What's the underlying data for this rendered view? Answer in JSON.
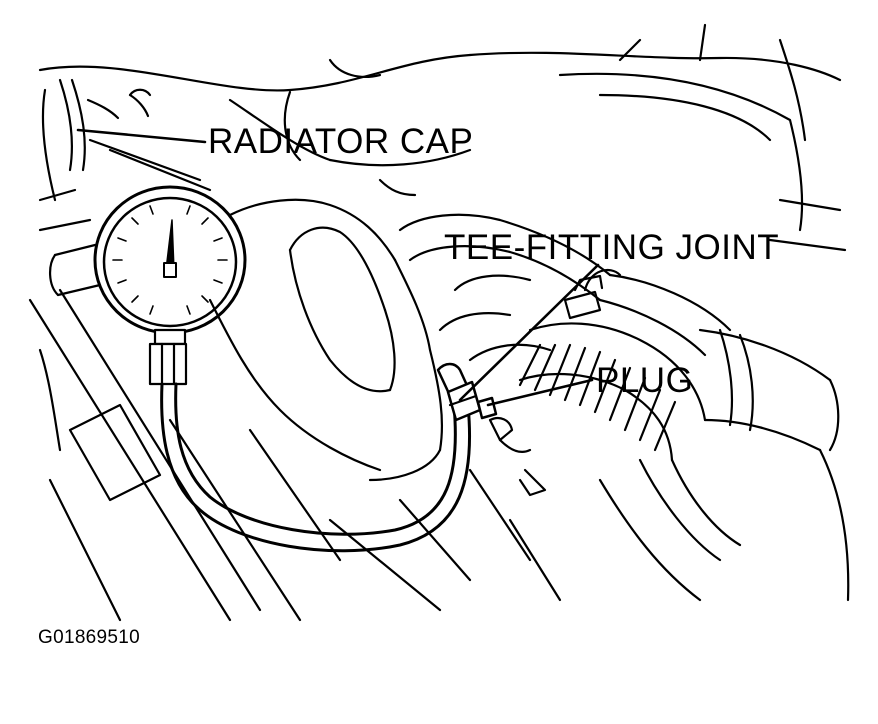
{
  "labels": {
    "radiator_cap": "RADIATOR CAP",
    "tee_fitting_joint": "TEE-FITTING JOINT",
    "plug": "PLUG"
  },
  "figure_id": "G01869510",
  "colors": {
    "line": "#000000",
    "background": "#ffffff"
  }
}
